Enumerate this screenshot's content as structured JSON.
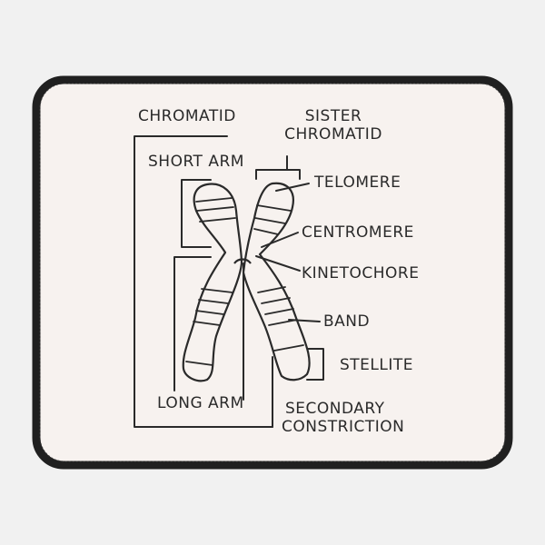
{
  "colors": {
    "background": "#f1f1f1",
    "mat_surface": "#f7f2ef",
    "mat_border": "#202020",
    "ink": "#2a2a2a"
  },
  "labels": {
    "chromatid": "CHROMATID",
    "sister_line1": "SISTER",
    "sister_line2": "CHROMATID",
    "short_arm": "SHORT ARM",
    "telomere": "TELOMERE",
    "centromere": "CENTROMERE",
    "kinetochore": "KINETOCHORE",
    "band": "BAND",
    "stellite": "STELLITE",
    "long_arm": "LONG ARM",
    "secondary_line1": "SECONDARY",
    "secondary_line2": "CONSTRICTION"
  }
}
